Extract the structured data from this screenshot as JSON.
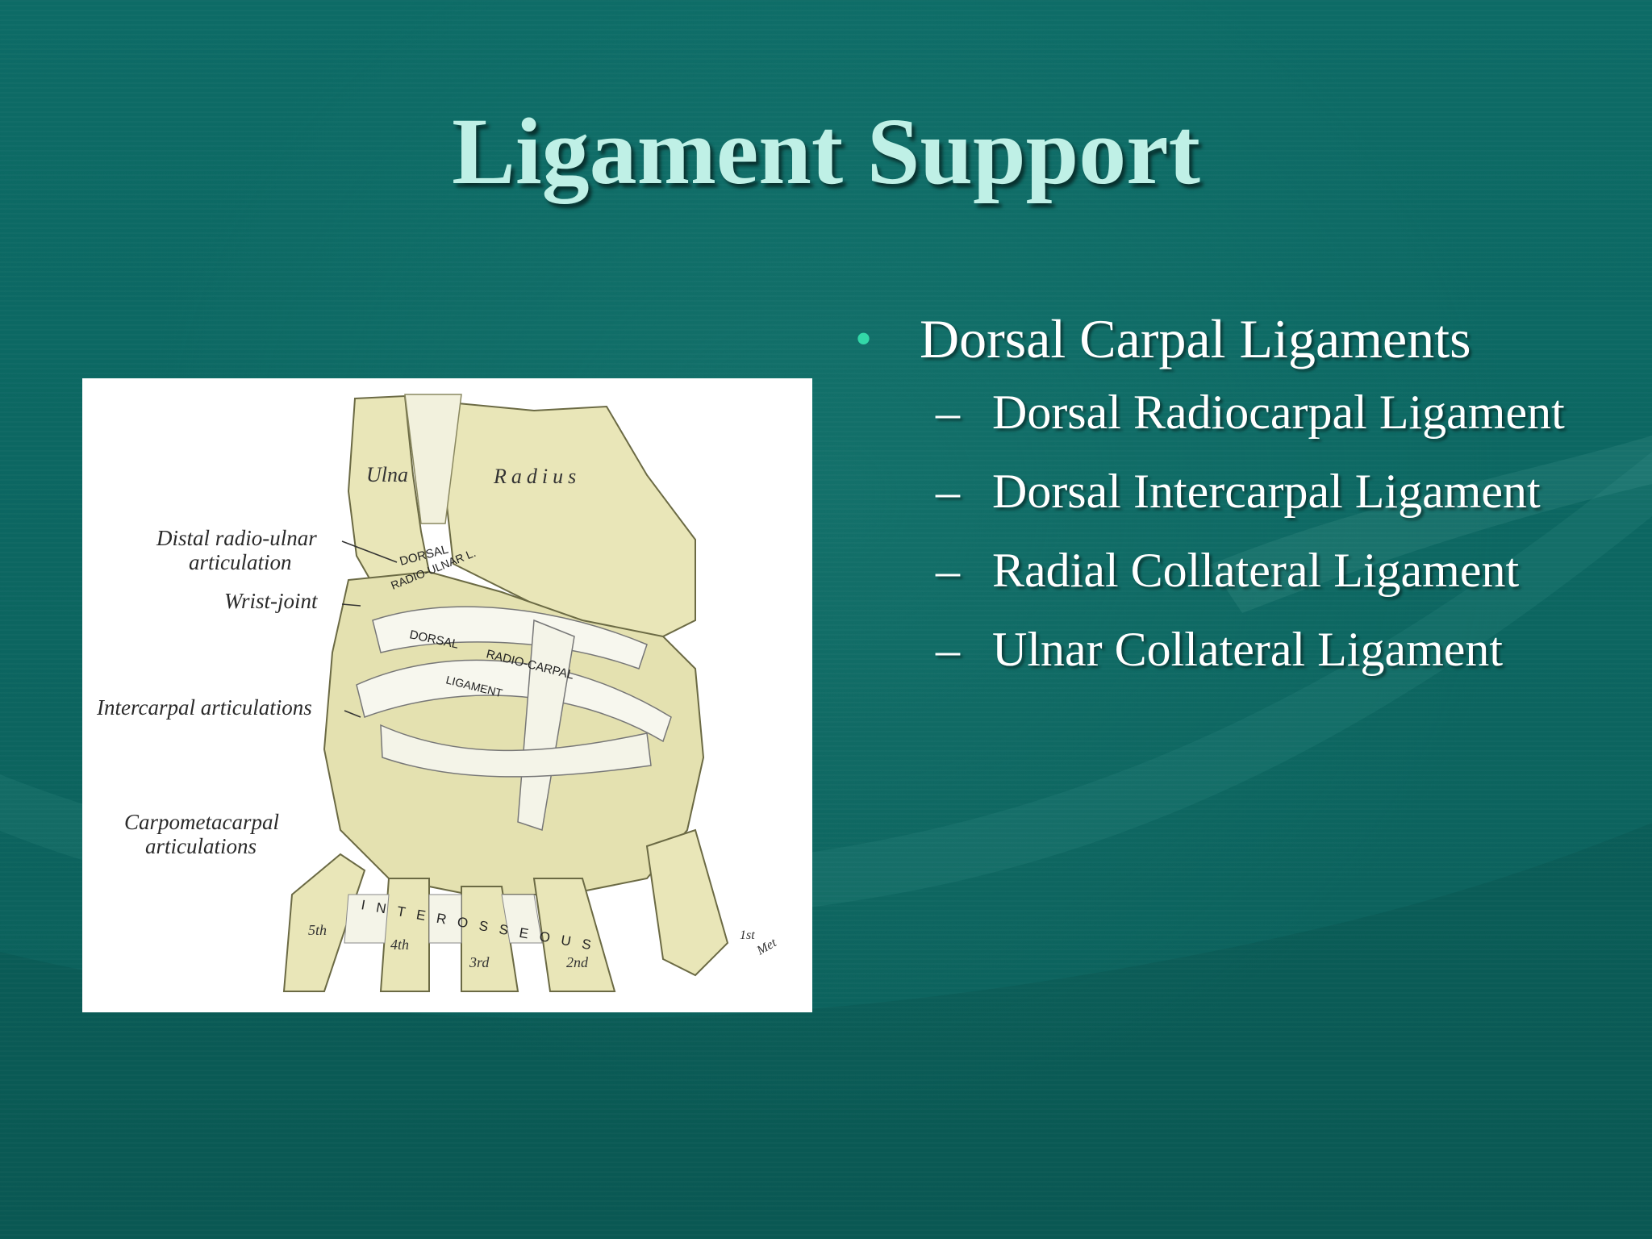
{
  "slide": {
    "title": "Ligament Support",
    "bullets": [
      {
        "text": "Dorsal Carpal Ligaments",
        "subitems": [
          "Dorsal Radiocarpal Ligament",
          "Dorsal Intercarpal Ligament",
          "Radial Collateral Ligament",
          "Ulnar Collateral Ligament"
        ]
      }
    ]
  },
  "figure": {
    "labels": {
      "distal_radio_ulnar": "Distal radio-ulnar",
      "articulation": "articulation",
      "wrist_joint": "Wrist-joint",
      "intercarpal": "Intercarpal articulations",
      "carpometacarpal": "Carpometacarpal",
      "articulations": "articulations",
      "ulna": "Ulna",
      "radius": "Radius",
      "dorsal_1": "DORSAL",
      "radio_ulnar_l": "RADIO-ULNAR L.",
      "dorsal_2": "DORSAL",
      "radio_carpal": "RADIO-CARPAL",
      "ligament": "LIGAMENT",
      "interosseous": "INTEROSSEOUS",
      "fifth": "5th",
      "fourth": "4th",
      "third": "3rd",
      "second": "2nd",
      "first": "1st",
      "meta": "Met"
    }
  },
  "colors": {
    "background": "#0c6661",
    "title": "#bff0e6",
    "bullet_dot": "#33d8a8",
    "text": "#ffffff",
    "bone": "#e9e6b8"
  }
}
